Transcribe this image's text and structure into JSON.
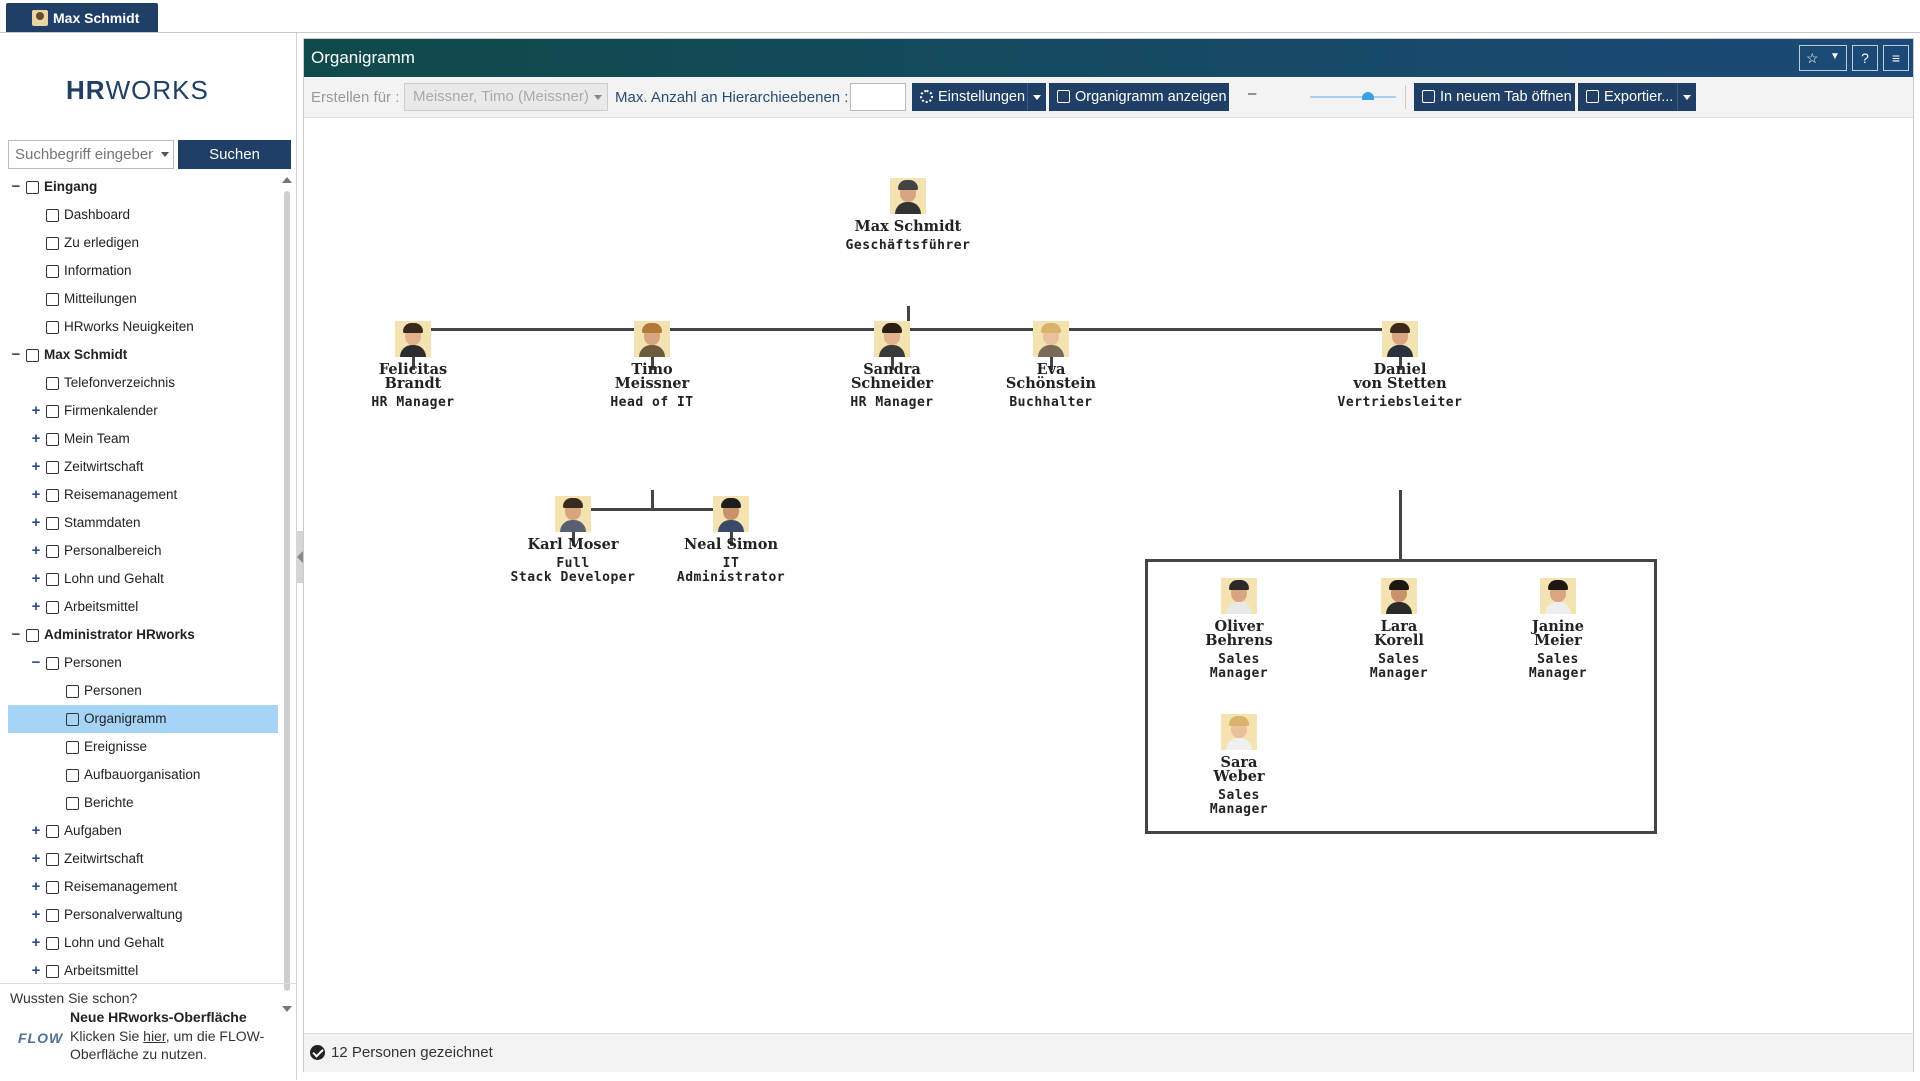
{
  "user_tab": {
    "name": "Max Schmidt"
  },
  "logo": {
    "text_bold": "HR",
    "text_light": "WORKS"
  },
  "search": {
    "placeholder": "Suchbegriff eingeben",
    "button": "Suchen"
  },
  "tree": [
    {
      "toggle": "−",
      "level": 0,
      "label": "Eingang",
      "bold": true,
      "icon": "inbox-icon"
    },
    {
      "toggle": "",
      "level": 1,
      "label": "Dashboard",
      "icon": "dashboard-icon"
    },
    {
      "toggle": "",
      "level": 1,
      "label": "Zu erledigen",
      "icon": "todo-icon"
    },
    {
      "toggle": "",
      "level": 1,
      "label": "Information",
      "icon": "info-icon"
    },
    {
      "toggle": "",
      "level": 1,
      "label": "Mitteilungen",
      "icon": "messages-icon"
    },
    {
      "toggle": "",
      "level": 1,
      "label": "HRworks Neuigkeiten",
      "icon": "news-icon"
    },
    {
      "toggle": "−",
      "level": 0,
      "label": "Max Schmidt",
      "bold": true,
      "icon": "user-icon"
    },
    {
      "toggle": "",
      "level": 1,
      "label": "Telefonverzeichnis",
      "icon": "phonebook-icon"
    },
    {
      "toggle": "+",
      "level": 1,
      "label": "Firmenkalender",
      "icon": "calendar-icon"
    },
    {
      "toggle": "+",
      "level": 1,
      "label": "Mein Team",
      "icon": "team-icon"
    },
    {
      "toggle": "+",
      "level": 1,
      "label": "Zeitwirtschaft",
      "icon": "time-icon"
    },
    {
      "toggle": "+",
      "level": 1,
      "label": "Reisemanagement",
      "icon": "travel-icon"
    },
    {
      "toggle": "+",
      "level": 1,
      "label": "Stammdaten",
      "icon": "masterdata-icon"
    },
    {
      "toggle": "+",
      "level": 1,
      "label": "Personalbereich",
      "icon": "hr-area-icon"
    },
    {
      "toggle": "+",
      "level": 1,
      "label": "Lohn und Gehalt",
      "icon": "payroll-icon"
    },
    {
      "toggle": "+",
      "level": 1,
      "label": "Arbeitsmittel",
      "icon": "tools-icon"
    },
    {
      "toggle": "−",
      "level": 0,
      "label": "Administrator HRworks",
      "bold": true,
      "icon": "admin-icon"
    },
    {
      "toggle": "−",
      "level": 1,
      "label": "Personen",
      "icon": "people-icon"
    },
    {
      "toggle": "",
      "level": 2,
      "label": "Personen",
      "icon": "people-icon"
    },
    {
      "toggle": "",
      "level": 2,
      "label": "Organigramm",
      "icon": "orgchart-icon",
      "selected": true
    },
    {
      "toggle": "",
      "level": 2,
      "label": "Ereignisse",
      "icon": "events-icon"
    },
    {
      "toggle": "",
      "level": 2,
      "label": "Aufbauorganisation",
      "icon": "structure-icon"
    },
    {
      "toggle": "",
      "level": 2,
      "label": "Berichte",
      "icon": "reports-icon"
    },
    {
      "toggle": "+",
      "level": 1,
      "label": "Aufgaben",
      "icon": "tasks-icon"
    },
    {
      "toggle": "+",
      "level": 1,
      "label": "Zeitwirtschaft",
      "icon": "time-icon"
    },
    {
      "toggle": "+",
      "level": 1,
      "label": "Reisemanagement",
      "icon": "travel-icon"
    },
    {
      "toggle": "+",
      "level": 1,
      "label": "Personalverwaltung",
      "icon": "personnel-icon"
    },
    {
      "toggle": "+",
      "level": 1,
      "label": "Lohn und Gehalt",
      "icon": "payroll-icon"
    },
    {
      "toggle": "+",
      "level": 1,
      "label": "Arbeitsmittel",
      "icon": "tools-icon"
    }
  ],
  "tip": {
    "heading": "Wussten Sie schon?",
    "logo": "FLOW",
    "title": "Neue HRworks-Oberfläche",
    "text_before": "Klicken Sie ",
    "link": "hier",
    "text_after": ", um die FLOW-Oberfläche zu nutzen."
  },
  "main": {
    "title": "Organigramm",
    "header_icons": [
      "star-icon",
      "chevron-down-icon",
      "help-icon",
      "menu-icon"
    ]
  },
  "toolbar": {
    "create_for_label": "Erstellen für :",
    "create_for_value": "Meissner, Timo (Meissner)",
    "max_levels_label": "Max. Anzahl an Hierarchieebenen :",
    "max_levels_value": "",
    "settings": "Einstellungen",
    "show_chart": "Organigramm anzeigen",
    "dash": "–",
    "zoom": 0.6,
    "open_tab": "In neuem Tab öffnen",
    "export": "Exportier..."
  },
  "org": {
    "root": {
      "name": "Max Schmidt",
      "title": "Geschäftsführer",
      "hair": "#444444",
      "skin": "#d9a57e",
      "shirt": "#333333"
    },
    "level1": [
      {
        "name": "Felicitas Brandt",
        "title": "HR Manager",
        "hair": "#3a2a1e",
        "skin": "#e2b28c",
        "shirt": "#2d2d2d"
      },
      {
        "name": "Timo Meissner",
        "title": "Head of IT",
        "hair": "#b07a3a",
        "skin": "#d9a57e",
        "shirt": "#6e5a3c"
      },
      {
        "name": "Sandra Schneider",
        "title": "HR Manager",
        "hair": "#2a1e16",
        "skin": "#e2b28c",
        "shirt": "#3a3a3a"
      },
      {
        "name": "Eva Schönstein",
        "title": "Buchhalter",
        "hair": "#d9b36a",
        "skin": "#eac09c",
        "shirt": "#7a6a5a"
      },
      {
        "name": "Daniel von Stetten",
        "title": "Vertriebsleiter",
        "hair": "#3c2a1e",
        "skin": "#d9a57e",
        "shirt": "#2a3140"
      }
    ],
    "it_team": [
      {
        "name": "Karl Moser",
        "title": "Full Stack Developer",
        "hair": "#3a2a1e",
        "skin": "#d9a57e",
        "shirt": "#566070"
      },
      {
        "name": "Neal Simon",
        "title": "IT Administrator",
        "hair": "#1e1e1e",
        "skin": "#c9926b",
        "shirt": "#3a4a6a"
      }
    ],
    "sales_team": [
      {
        "name": "Oliver Behrens",
        "title": "Sales Manager",
        "hair": "#2a2a2a",
        "skin": "#d9a57e",
        "shirt": "#e8e8e8"
      },
      {
        "name": "Lara Korell",
        "title": "Sales Manager",
        "hair": "#1e1612",
        "skin": "#c9926b",
        "shirt": "#2a2a2a"
      },
      {
        "name": "Janine Meier",
        "title": "Sales Manager",
        "hair": "#1e1612",
        "skin": "#d9a57e",
        "shirt": "#eeeeee"
      },
      {
        "name": "Sara Weber",
        "title": "Sales Manager",
        "hair": "#d9b36a",
        "skin": "#eac09c",
        "shirt": "#f0f0f0"
      }
    ]
  },
  "status": {
    "text": "12 Personen gezeichnet"
  }
}
